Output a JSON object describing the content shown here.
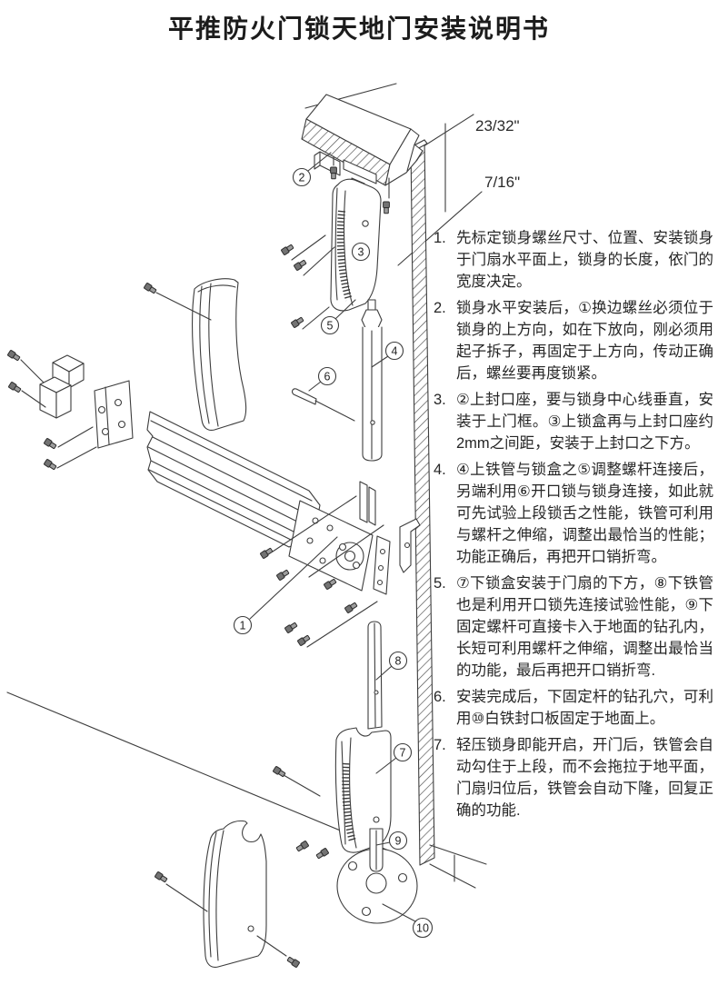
{
  "title": "平推防火门锁天地门安装说明书",
  "diagram": {
    "dimensions": {
      "top": "23/32\"",
      "bottom": "7/16\""
    },
    "callouts": [
      "1",
      "2",
      "3",
      "4",
      "5",
      "6",
      "7",
      "8",
      "9",
      "10"
    ]
  },
  "instructions": {
    "items": [
      {
        "num": "1.",
        "text": "先标定锁身螺丝尺寸、位置、安装锁身于门扇水平面上，锁身的长度，依门的宽度决定。"
      },
      {
        "num": "2.",
        "text": "锁身水平安装后，①换边螺丝必须位于锁身的上方向，如在下放向，刚必须用起子拆子，再固定于上方向，传动正确后，螺丝要再度锁紧。"
      },
      {
        "num": "3.",
        "text": "②上封口座，要与锁身中心线垂直，安装于上门框。③上锁盒再与上封口座约2mm之间距，安装于上封口之下方。"
      },
      {
        "num": "4.",
        "text": "④上铁管与锁盒之⑤调整螺杆连接后，另端利用⑥开口锁与锁身连接，如此就可先试验上段锁舌之性能，铁管可利用与螺杆之伸缩，调整出最恰当的性能；功能正确后，再把开口销折弯。"
      },
      {
        "num": "5.",
        "text": "⑦下锁盒安装于门扇的下方，⑧下铁管也是利用开口锁先连接试验性能，⑨下固定螺杆可直接卡入于地面的钻孔内，长短可利用螺杆之伸缩，调整出最恰当的功能，最后再把开口销折弯."
      },
      {
        "num": "6.",
        "text": "安装完成后，下固定杆的钻孔穴，可利用⑩白铁封口板固定于地面上。"
      },
      {
        "num": "7.",
        "text": "轻压锁身即能开启，开门后，铁管会自动勾住于上段，而不会拖拉于地平面，门扇归位后，铁管会自动下隆，回复正确的功能."
      }
    ]
  }
}
